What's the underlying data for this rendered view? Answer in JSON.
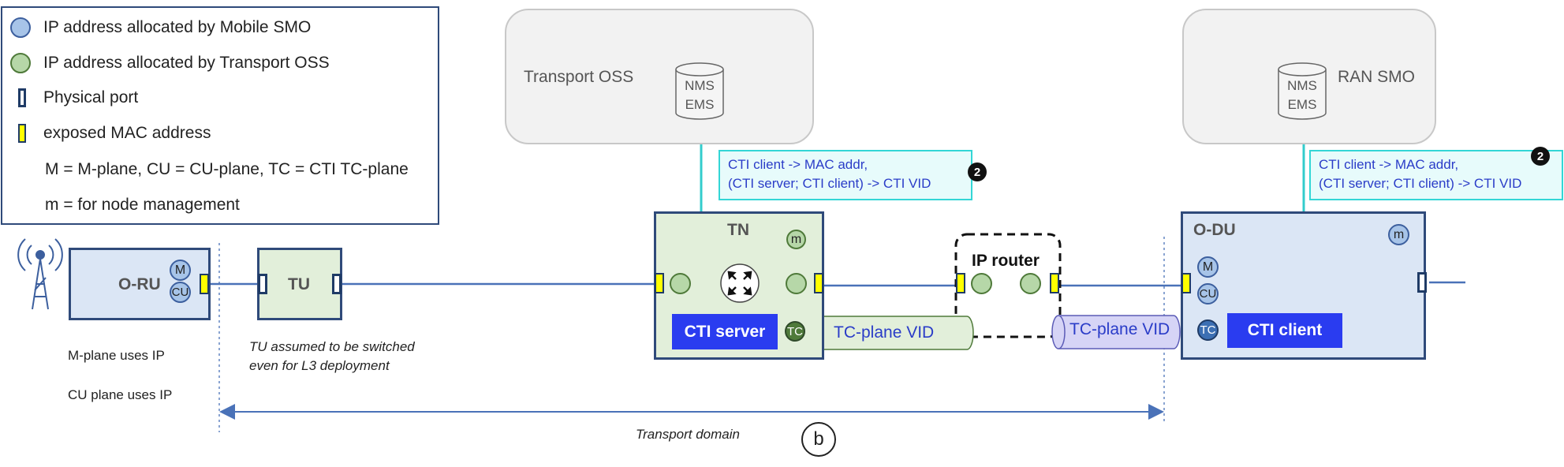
{
  "legend": {
    "items": [
      {
        "symbol": "blue-circle",
        "text": "IP address allocated by Mobile SMO"
      },
      {
        "symbol": "green-circle",
        "text": "IP address allocated by Transport OSS"
      },
      {
        "symbol": "physical-port",
        "text": "Physical port"
      },
      {
        "symbol": "mac-port",
        "text": "exposed MAC address"
      },
      {
        "symbol": "none",
        "text": "M = M-plane, CU = CU-plane, TC = CTI TC-plane"
      },
      {
        "symbol": "none",
        "text": "m = for node management"
      }
    ]
  },
  "clouds": {
    "transport_oss": {
      "label": "Transport OSS",
      "db_line1": "NMS",
      "db_line2": "EMS"
    },
    "ran_smo": {
      "label": "RAN SMO",
      "db_line1": "NMS",
      "db_line2": "EMS"
    }
  },
  "callouts": {
    "left": {
      "line1": "CTI client -> MAC addr,",
      "line2": "(CTI server; CTI client) -> CTI VID",
      "badge": "2"
    },
    "right": {
      "line1": "CTI client -> MAC addr,",
      "line2": "(CTI server; CTI client) -> CTI VID",
      "badge": "2"
    }
  },
  "nodes": {
    "oru": {
      "title": "O-RU",
      "m": "M",
      "cu": "CU"
    },
    "tu": {
      "title": "TU"
    },
    "tn": {
      "title": "TN",
      "m_small": "m",
      "cti": "CTI server",
      "tc": "TC"
    },
    "ip_router": {
      "title": "IP router"
    },
    "odu": {
      "title": "O-DU",
      "m_small": "m",
      "m": "M",
      "cu": "CU",
      "tc": "TC",
      "cti": "CTI client"
    }
  },
  "pipes": {
    "left": "TC-plane VID",
    "right": "TC-plane VID"
  },
  "notes": {
    "mplane": "M-plane uses IP",
    "cuplane": "CU plane uses IP",
    "tu_line1": "TU assumed to be switched",
    "tu_line2": "even for L3 deployment"
  },
  "domain": {
    "label": "Transport domain",
    "marker": "b"
  },
  "colors": {
    "link": "#4a72b8",
    "arrow_teal": "#33cccc",
    "cti_box": "#2a3cf0",
    "node_border": "#2f4a7a",
    "blue_fill": "#dbe6f5",
    "green_fill": "#e2efda"
  }
}
